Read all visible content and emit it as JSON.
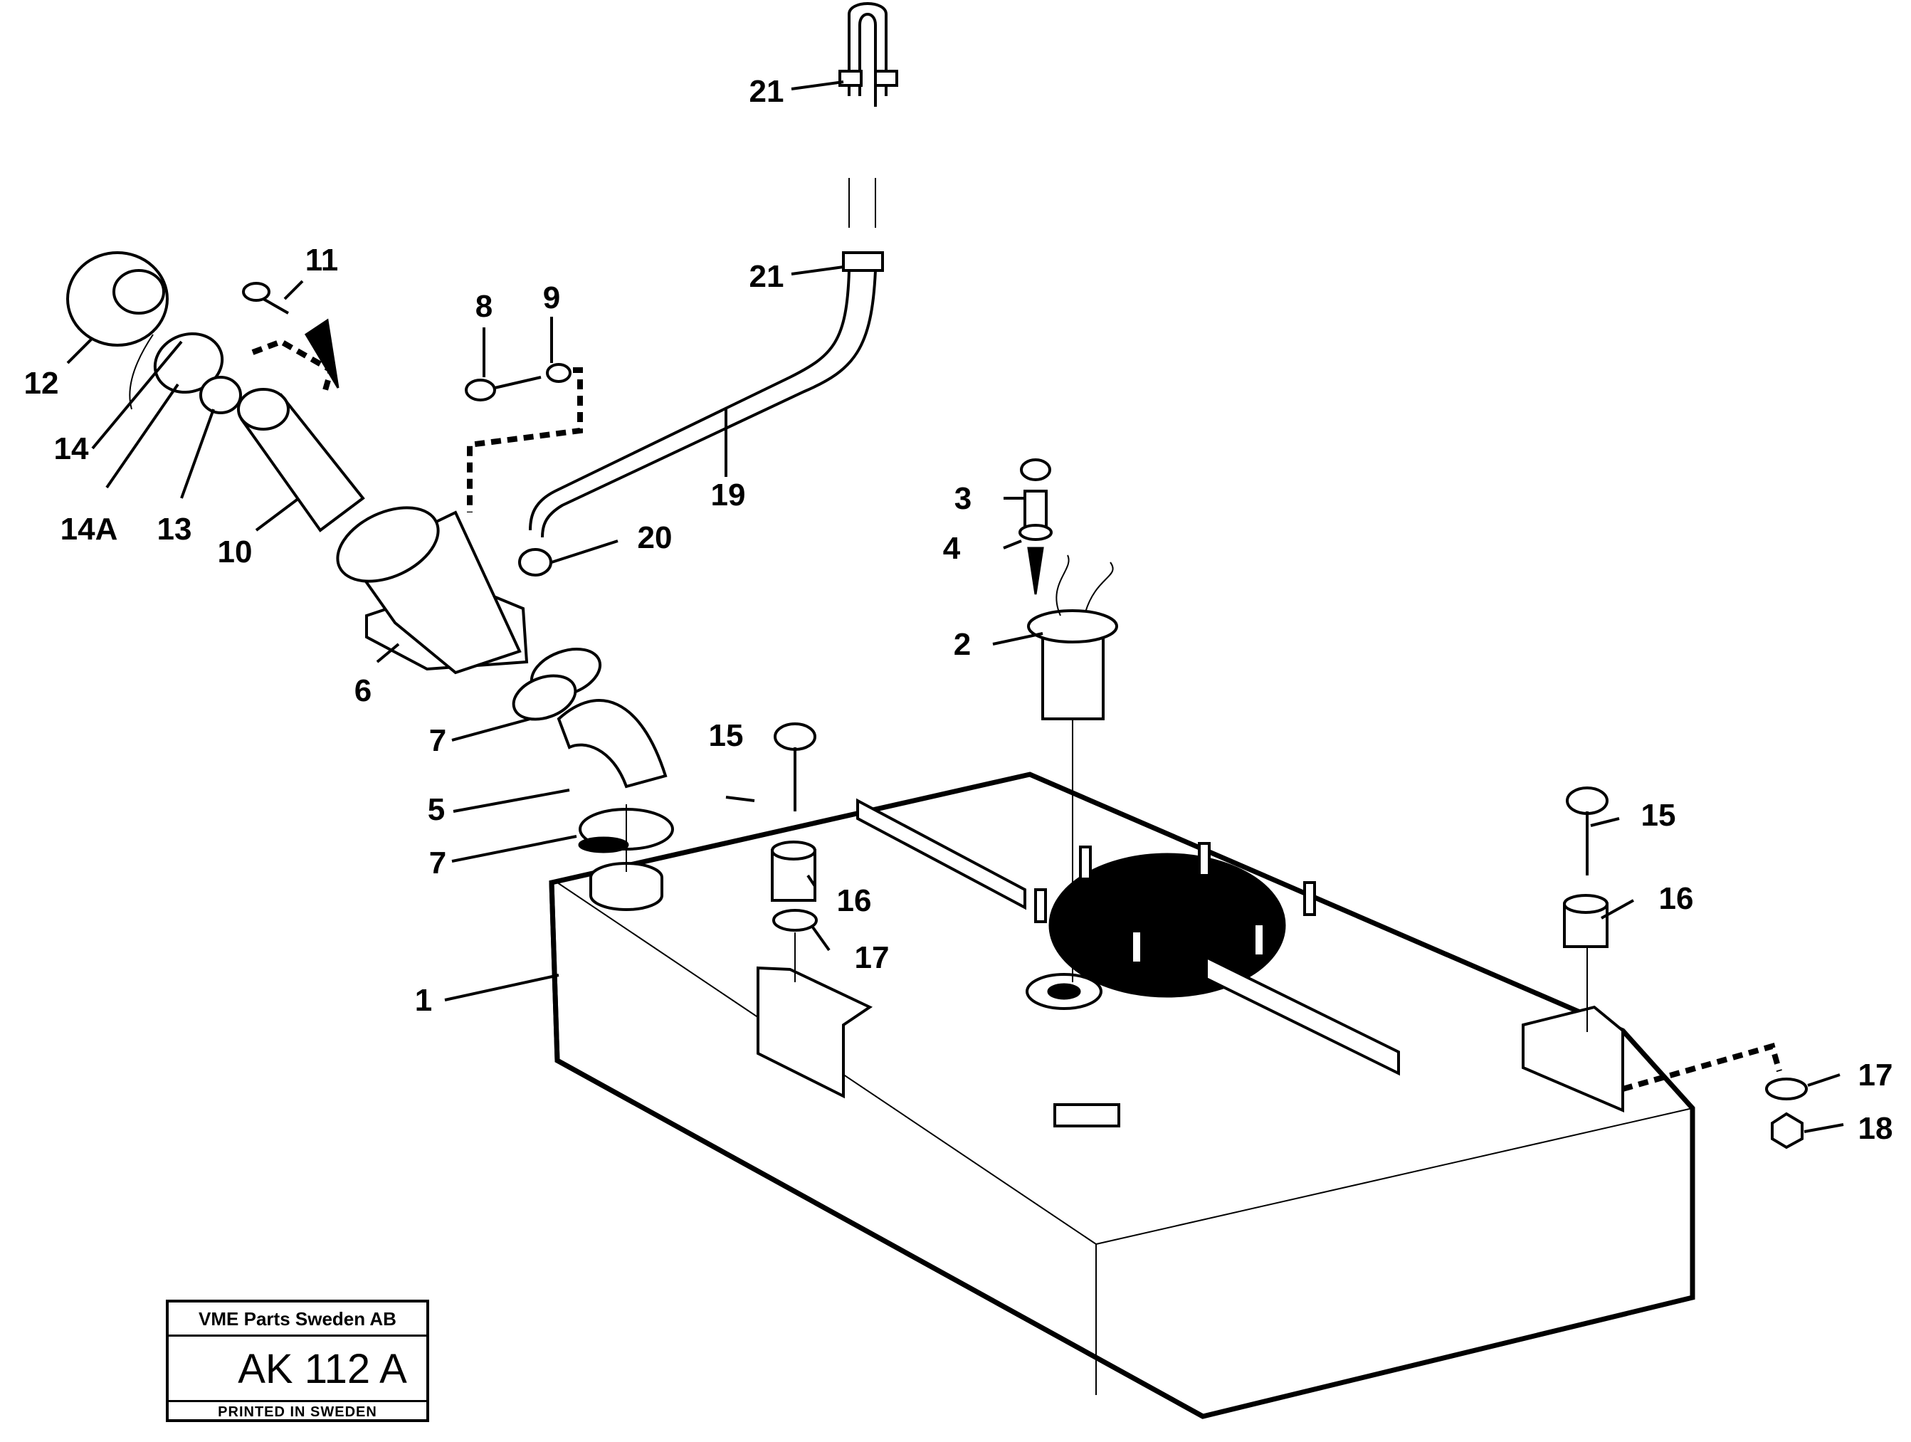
{
  "callouts": {
    "c1": "1",
    "c2": "2",
    "c3": "3",
    "c4": "4",
    "c5": "5",
    "c6": "6",
    "c7a": "7",
    "c7b": "7",
    "c8": "8",
    "c9": "9",
    "c10": "10",
    "c11": "11",
    "c12": "12",
    "c13": "13",
    "c14": "14",
    "c14a": "14A",
    "c15a": "15",
    "c15b": "15",
    "c16a": "16",
    "c16b": "16",
    "c17a": "17",
    "c17b": "17",
    "c18": "18",
    "c19": "19",
    "c20": "20",
    "c21a": "21",
    "c21b": "21"
  },
  "stamp": {
    "company": "VME Parts Sweden AB",
    "code": "AK 112 A",
    "printed": "PRINTED IN SWEDEN"
  }
}
